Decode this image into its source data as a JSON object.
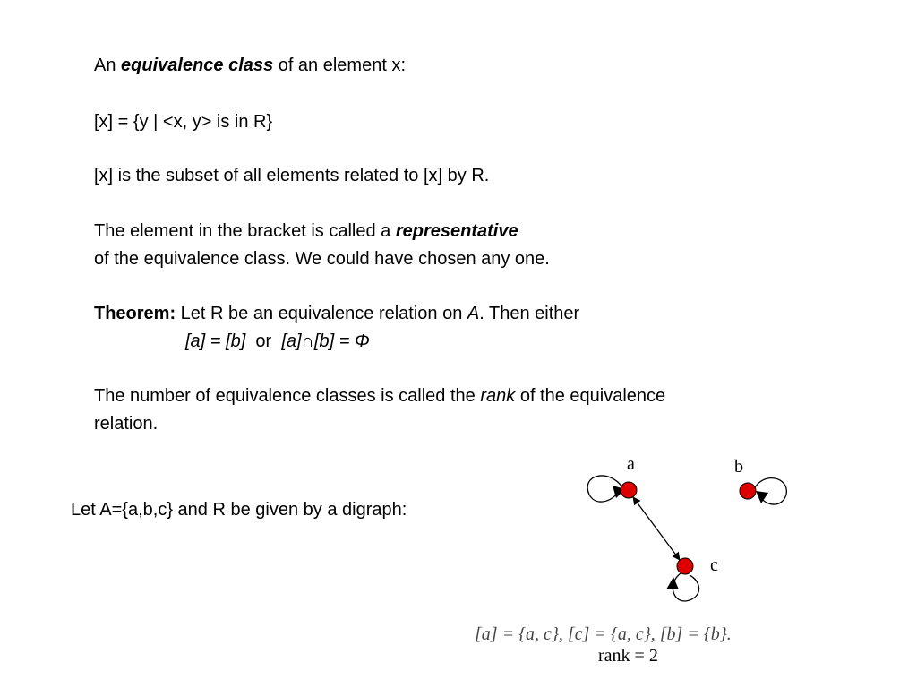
{
  "definition": {
    "intro_pre": "An ",
    "intro_term": "equivalence class",
    "intro_post": " of an element x:",
    "formula": "[x] = {y | <x, y> is in R}",
    "subset_sentence": "[x] is the subset of all elements related to [x] by R.",
    "rep_line1_pre": "The element in the bracket is called a ",
    "rep_term": "representative",
    "rep_line2": "of the equivalence class. We could have chosen any one."
  },
  "theorem": {
    "label": "Theorem:",
    "text_pre": " Let R be an equivalence relation on ",
    "set": "A",
    "text_post": ". Then either",
    "case1": "[a] = [b]",
    "or_word": "or",
    "case2": "[a]∩[b] = Φ"
  },
  "rank_def": {
    "pre": "The number of equivalence classes is called the ",
    "term": "rank",
    "post": " of the equivalence",
    "line2": "relation."
  },
  "example": {
    "intro": "Let A={a,b,c} and R be given by a digraph:",
    "nodes": [
      {
        "label": "a"
      },
      {
        "label": "b"
      },
      {
        "label": "c"
      }
    ],
    "node_color": "#dd0000",
    "classes_text": "[a] = {a, c}, [c] = {a, c}, [b] = {b}.",
    "rank_text": "rank = 2"
  }
}
